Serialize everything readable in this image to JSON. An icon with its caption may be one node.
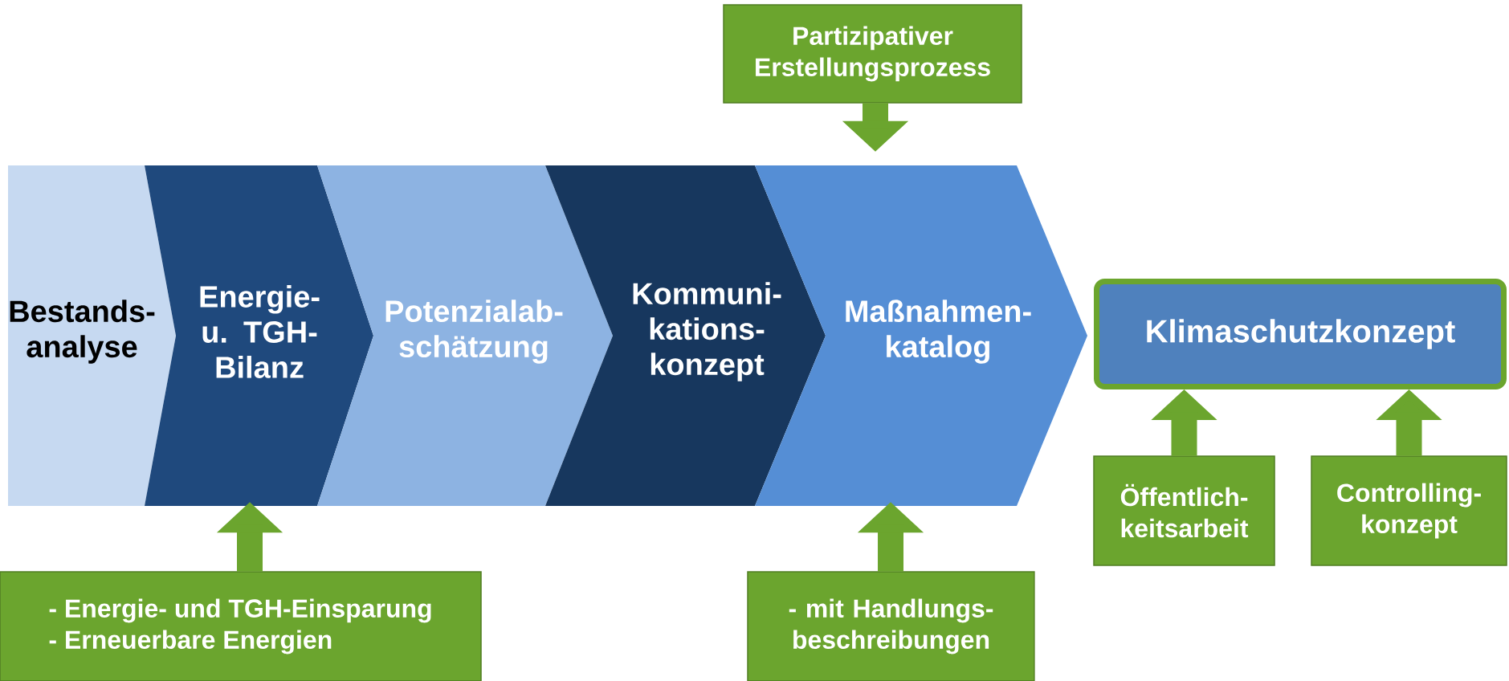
{
  "diagram": {
    "nodes": [
      {
        "text": [
          "Partizipativer Erstellungsprozess"
        ]
      },
      {
        "text": [
          "Bestands- analyse"
        ]
      },
      {
        "text": [
          "Energie- u. TGH- Bilanz"
        ]
      },
      {
        "text": [
          "Potenzialab- schätzung"
        ]
      },
      {
        "text": [
          "Kommuni- kations- konzept"
        ]
      },
      {
        "text": [
          "Maßnahmen- katalog"
        ]
      },
      {
        "text": [
          "Klimaschutzkonzept"
        ]
      },
      {
        "text": [
          "- Energie- und TGH-Einsparung",
          "- Erneuerbare Energien"
        ]
      },
      {
        "text": [
          "- mit Handlungs- beschreibungen"
        ]
      },
      {
        "text": [
          "Öffentlich- keitsarbeit"
        ]
      },
      {
        "text": [
          "Controlling- konzept"
        ]
      }
    ],
    "edges": [
      {
        "from": 0,
        "to": 5,
        "arrow": "to"
      },
      {
        "from": 7,
        "to": 2,
        "arrow": "to"
      },
      {
        "from": 8,
        "to": 5,
        "arrow": "to"
      },
      {
        "from": 9,
        "to": 6,
        "arrow": "to"
      },
      {
        "from": 10,
        "to": 6,
        "arrow": "to"
      }
    ]
  }
}
